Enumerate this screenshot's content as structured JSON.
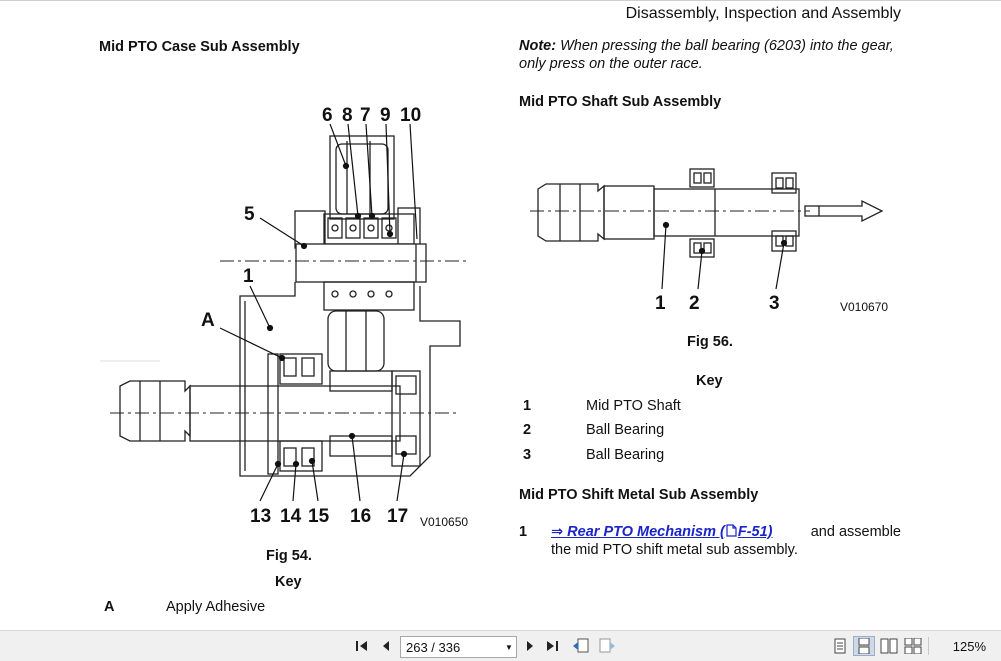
{
  "header": {
    "title": "Disassembly, Inspection and Assembly"
  },
  "left": {
    "section_title": "Mid PTO Case Sub Assembly",
    "figure": {
      "code": "V010650",
      "caption": "Fig 54.",
      "callouts": [
        "6",
        "8",
        "7",
        "9",
        "10",
        "5",
        "1",
        "A",
        "13",
        "14",
        "15",
        "16",
        "17"
      ]
    },
    "key_title": "Key",
    "key": [
      {
        "id": "A",
        "label": "Apply Adhesive"
      }
    ]
  },
  "right": {
    "note_label": "Note:",
    "note_text": "When pressing the ball bearing (6203) into the gear, only press on the outer race.",
    "section1_title": "Mid PTO Shaft Sub Assembly",
    "figure": {
      "code": "V010670",
      "caption": "Fig 56.",
      "callouts": [
        "1",
        "2",
        "3"
      ]
    },
    "key_title": "Key",
    "key": [
      {
        "id": "1",
        "label": "Mid PTO Shaft"
      },
      {
        "id": "2",
        "label": "Ball Bearing"
      },
      {
        "id": "3",
        "label": "Ball Bearing"
      }
    ],
    "section2_title": "Mid PTO Shift Metal Sub Assembly",
    "step": {
      "number": "1",
      "link_text": "⇒ Rear PTO Mechanism (",
      "link_ref": "F-51)",
      "text_after": " and assemble",
      "text_line2": "the mid PTO shift metal sub assembly."
    }
  },
  "toolbar": {
    "page_current": "263",
    "page_total": "336",
    "page_display": "263 / 336",
    "zoom": "125%"
  }
}
